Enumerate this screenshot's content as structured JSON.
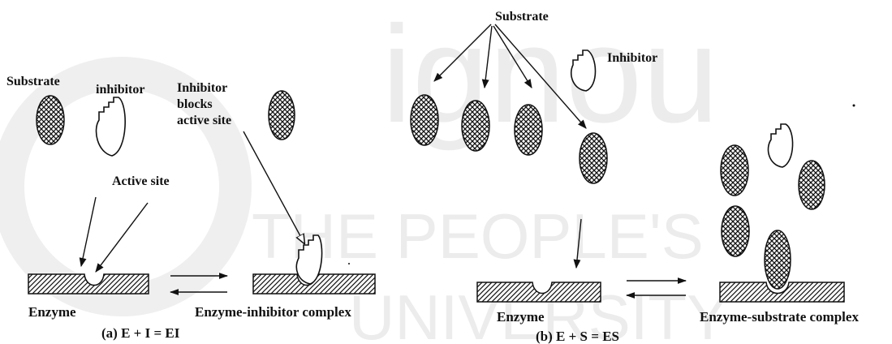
{
  "watermark": {
    "line1": "THE PEOPLE'S",
    "line2": "UNIVERSITY",
    "logo_text": "ignou",
    "color": "#ececec"
  },
  "colors": {
    "ink": "#111111",
    "background": "#ffffff"
  },
  "panel_a": {
    "substrate_label": "Substrate",
    "inhibitor_label": "inhibitor",
    "blocks_label_line1": "Inhibitor",
    "blocks_label_line2": "blocks",
    "blocks_label_line3": "active site",
    "active_site_label": "Active site",
    "enzyme_label": "Enzyme",
    "complex_label": "Enzyme-inhibitor complex",
    "caption": "(a) E + I = EI"
  },
  "panel_b": {
    "substrate_label": "Substrate",
    "inhibitor_label": "Inhibitor",
    "enzyme_label": "Enzyme",
    "complex_label": "Enzyme-substrate complex",
    "caption": "(b) E + S = ES"
  }
}
